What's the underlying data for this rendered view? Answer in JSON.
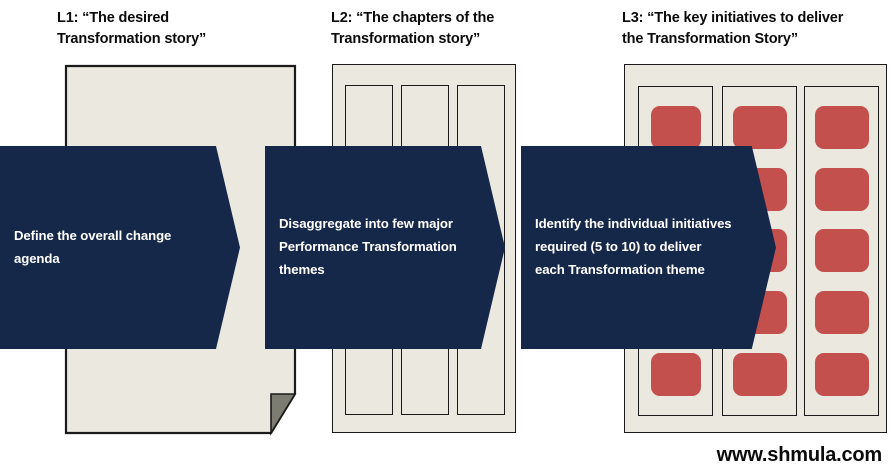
{
  "headers": {
    "l1": "L1: “The desired\nTransformation story”",
    "l2": "L2: “The chapters of the\nTransformation story”",
    "l3": "L3: “The key initiatives to deliver\nthe Transformation Story”"
  },
  "arrows": [
    {
      "id": "arrow-1",
      "text": "Define the overall change\nagenda"
    },
    {
      "id": "arrow-2",
      "text": "Disaggregate into few major\nPerformance Transformation\nthemes"
    },
    {
      "id": "arrow-3",
      "text": "Identify the individual initiatives\nrequired (5 to 10) to deliver\neach Transformation theme"
    }
  ],
  "l1": {
    "shape": "document-with-folded-corner",
    "label": "desired-transformation-story-document"
  },
  "l2": {
    "label": "transformation-story-chapters",
    "column_count": 3,
    "columns": [
      {
        "label": "chapter-column-1"
      },
      {
        "label": "chapter-column-2"
      },
      {
        "label": "chapter-column-3"
      }
    ]
  },
  "l3": {
    "label": "key-initiatives",
    "column_count": 3,
    "columns": [
      {
        "label": "initiative-column-1",
        "initiative_count": 5
      },
      {
        "label": "initiative-column-2",
        "initiative_count": 5
      },
      {
        "label": "initiative-column-3",
        "initiative_count": 5
      }
    ]
  },
  "watermark": "www.shmula.com",
  "colors": {
    "arrow_navy": "#16284a",
    "panel_cream": "#ebe9df",
    "initiative_red": "#c4504e",
    "outline_black": "#1a1a1a",
    "text_white": "#ffffff",
    "text_black": "#0b0b0b",
    "background": "#ffffff"
  }
}
